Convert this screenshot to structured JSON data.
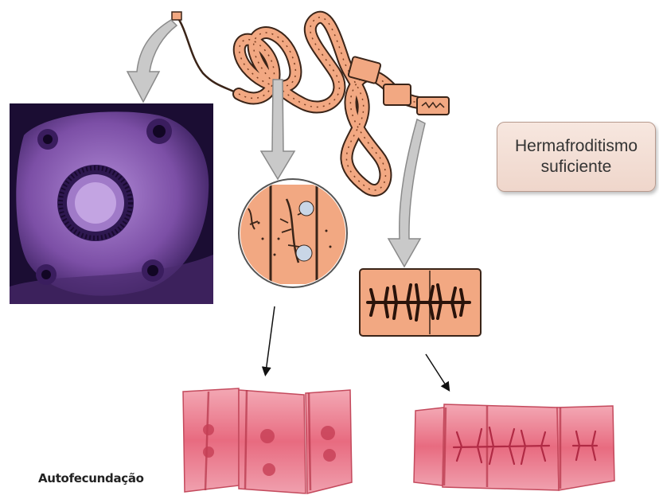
{
  "callout": {
    "line1": "Hermafroditismo",
    "line2": "suficiente"
  },
  "caption": "Autofecundação",
  "colors": {
    "worm_fill": "#f2a882",
    "worm_outline": "#3a2418",
    "scolex_photo": "#7c4fa6",
    "stained_tissue": "#e0576f",
    "arrow_fill": "#c9c9c9",
    "callout_bg": "#f3ded5"
  }
}
